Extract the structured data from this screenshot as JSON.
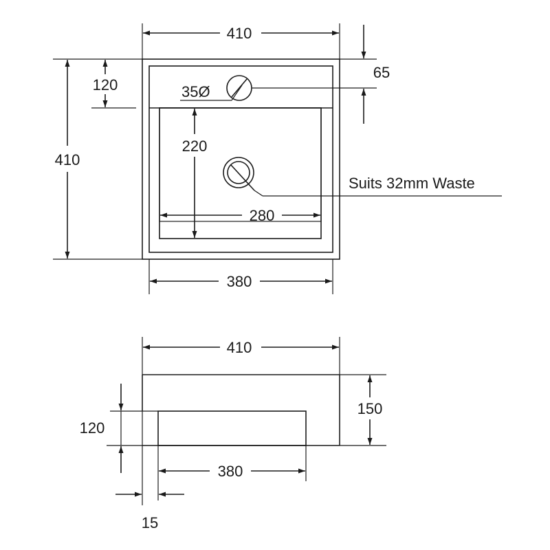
{
  "plan_view": {
    "overall_width": "410",
    "overall_depth": "410",
    "bowl_width": "380",
    "bowl_inner_width": "280",
    "bowl_inner_depth": "220",
    "deck_depth": "120",
    "tap_hole_offset": "65",
    "tap_hole_diameter": "35Ø",
    "waste_note": "Suits 32mm Waste"
  },
  "side_view": {
    "overall_width": "410",
    "overall_height": "150",
    "bowl_height": "120",
    "bowl_width": "380",
    "edge_offset": "15"
  },
  "colors": {
    "line": "#1a1a1a",
    "background": "#ffffff"
  }
}
